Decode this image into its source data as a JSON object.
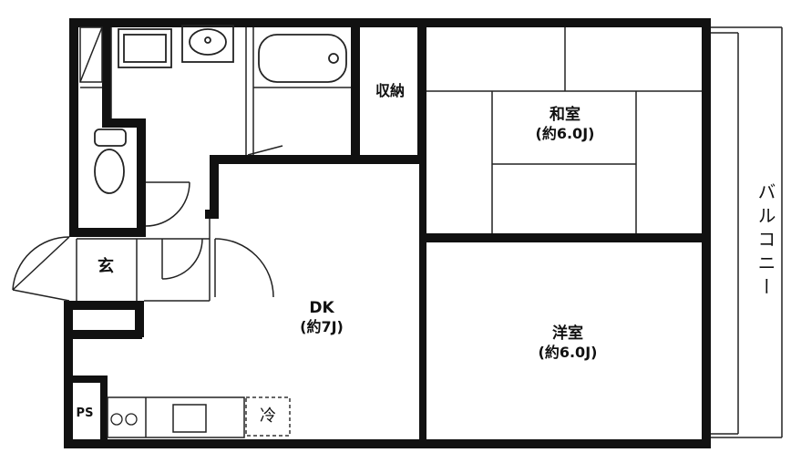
{
  "rooms": {
    "washitsu": {
      "name": "和室",
      "size": "(約6.0J)"
    },
    "yoshitsu": {
      "name": "洋室",
      "size": "(約6.0J)"
    },
    "dk": {
      "name": "DK",
      "size": "(約7J)"
    },
    "shuno": {
      "name": "収納"
    },
    "genkan": {
      "name": "玄"
    },
    "balcony": {
      "name": "バルコニー"
    },
    "fridge": {
      "name": "冷"
    },
    "ps": {
      "name": "PS"
    },
    "kitchen_burner": {
      "name": "OO"
    }
  }
}
